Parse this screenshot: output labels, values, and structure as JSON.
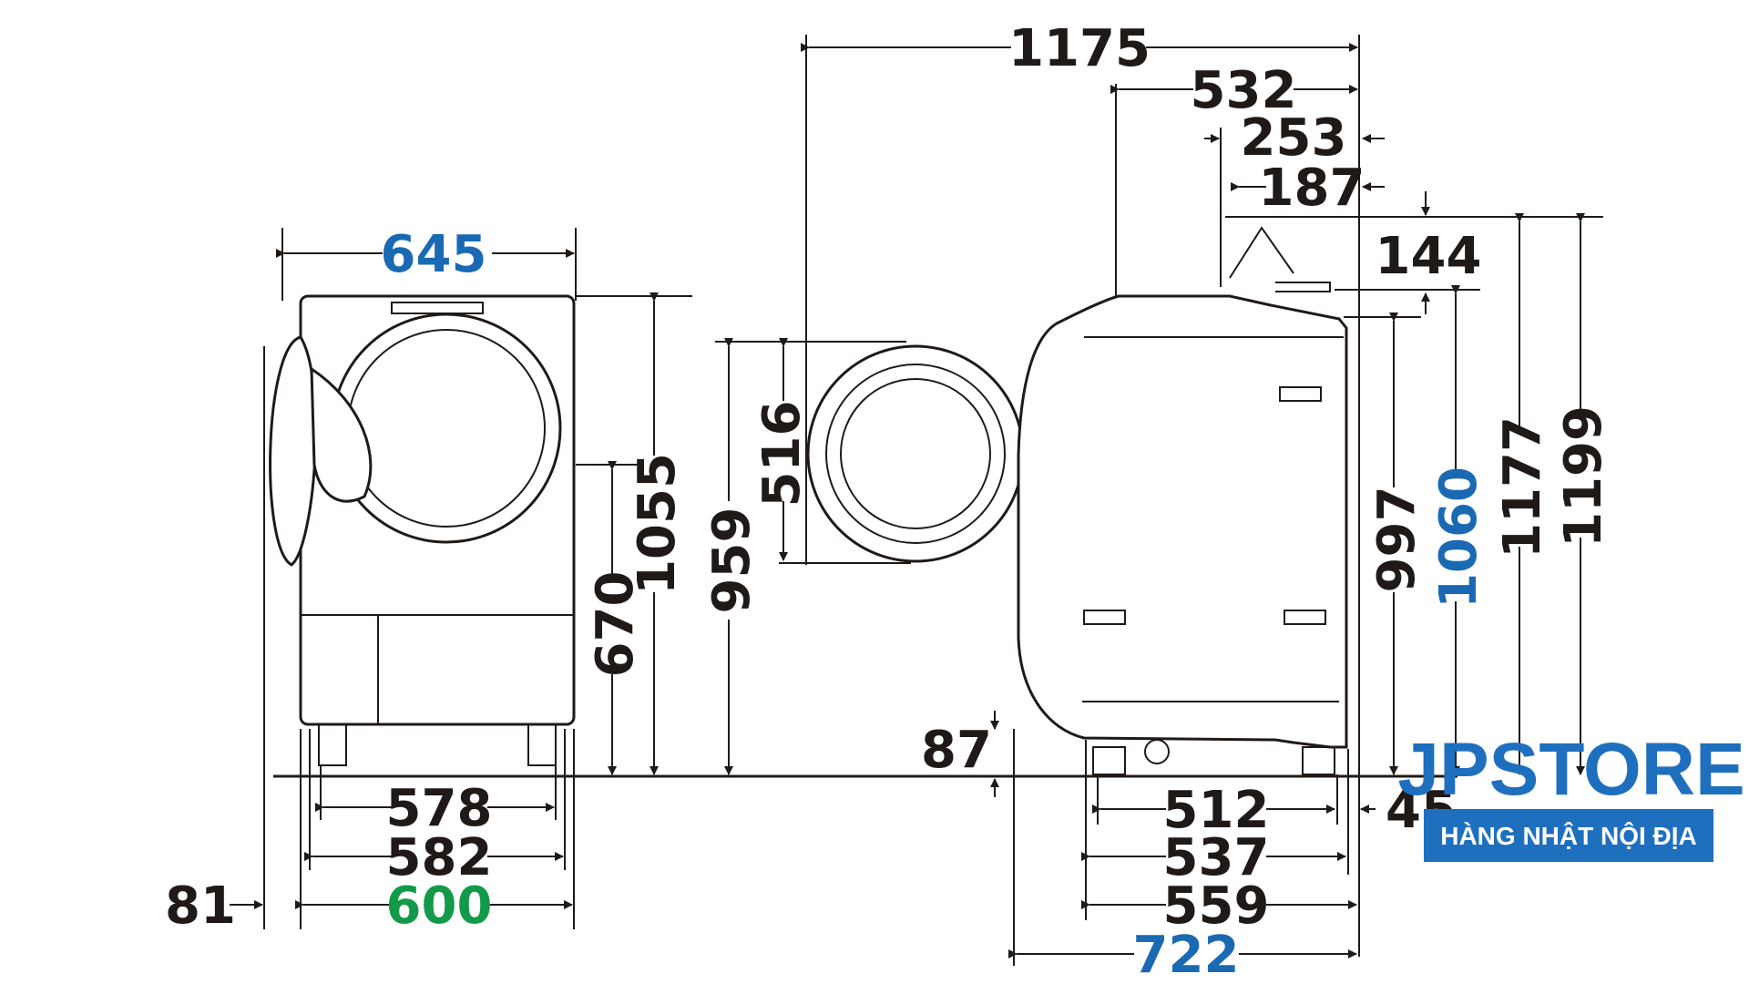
{
  "front_view": {
    "width_total": "645",
    "height_total": "1055",
    "door_center_height": "670",
    "base_inner": "578",
    "base_outer": "582",
    "body_width": "600",
    "door_swing": "81"
  },
  "door_view": {
    "door_diameter": "516",
    "door_top_height": "959"
  },
  "side_view": {
    "depth_with_door_open": "1175",
    "faucet_offset": "532",
    "hose_span": "253",
    "hose_inner": "187",
    "hose_height": "144",
    "body_height": "997",
    "top_height": "1060",
    "hose_top_height": "1177",
    "max_height": "1199",
    "floor_clearance": "87",
    "base_depth_inner": "512",
    "base_depth_mid": "537",
    "base_depth_outer": "559",
    "body_depth": "722",
    "rear_gap": "45"
  },
  "colors": {
    "dark": "#1f1a17",
    "blue": "#1a6ab3",
    "green": "#13994a",
    "brand": "#1f6fbf"
  },
  "brand": {
    "name": "JPSTORE",
    "tagline": "HÀNG NHẬT NỘI ĐỊA"
  }
}
